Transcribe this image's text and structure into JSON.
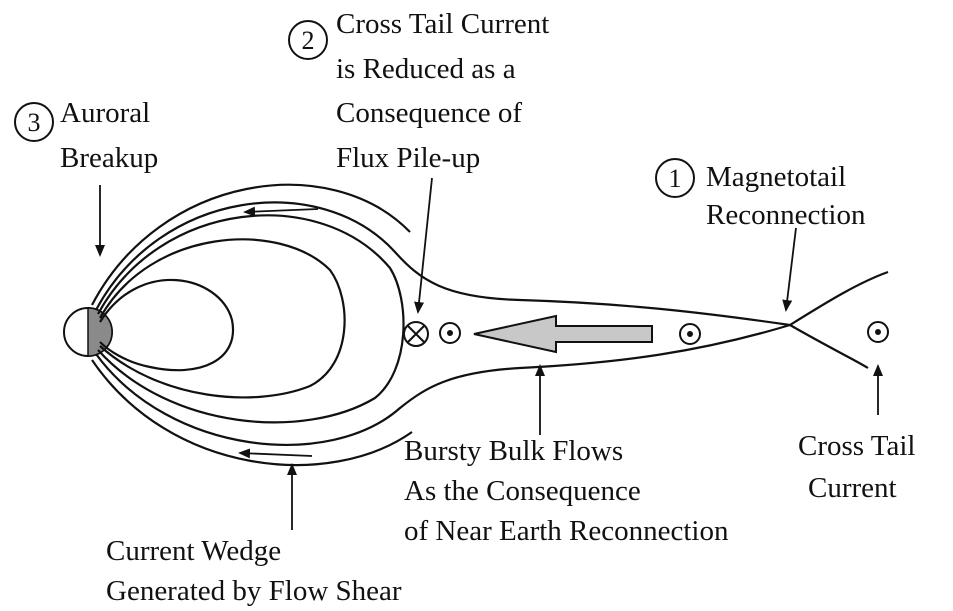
{
  "labels": {
    "step1_number": "1",
    "step1_line1": "Magnetotail",
    "step1_line2": "Reconnection",
    "step2_number": "2",
    "step2_line1": "Cross Tail Current",
    "step2_line2": "is Reduced as a",
    "step2_line3": "Consequence of",
    "step2_line4": "Flux Pile-up",
    "step3_number": "3",
    "step3_line1": "Auroral",
    "step3_line2": "Breakup",
    "flows_line1": "Bursty Bulk Flows",
    "flows_line2": "As the Consequence",
    "flows_line3": "of Near Earth Reconnection",
    "tail_current_line1": "Cross Tail",
    "tail_current_line2": "Current",
    "wedge_line1": "Current Wedge",
    "wedge_line2": "Generated by Flow Shear"
  },
  "colors": {
    "ink": "#111111",
    "earth_night_side": "#8a8a8a",
    "flow_arrow_fill": "#c8c8c8"
  },
  "icons": {
    "into_page_symbol": "circle-cross-icon",
    "out_of_page_symbol": "circle-dot-icon"
  }
}
